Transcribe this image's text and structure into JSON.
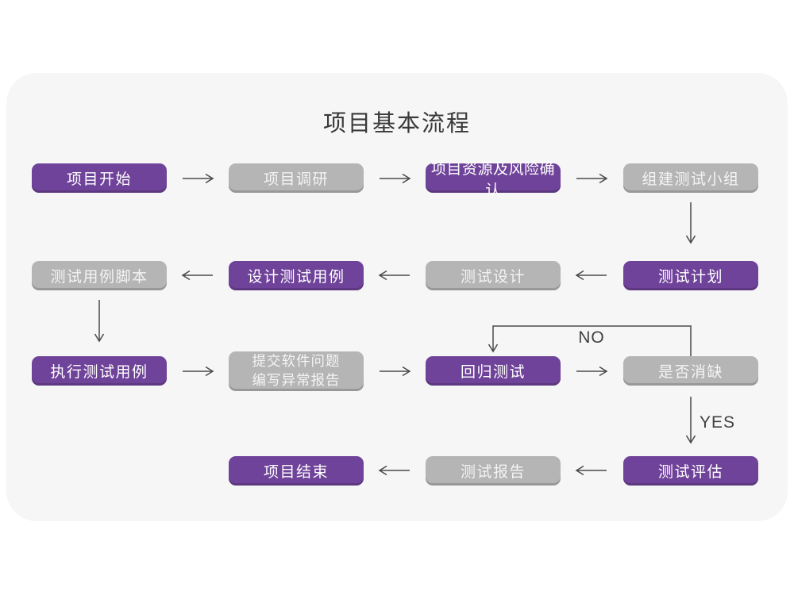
{
  "title": "项目基本流程",
  "labels": {
    "no": "NO",
    "yes": "YES"
  },
  "colors": {
    "node_purple": "#6F4399",
    "node_gray": "#B5B5B5",
    "node_text": "#FFFFFF",
    "card_background": "#F6F6F6",
    "page_background": "#FFFFFF",
    "arrow": "#4A4A4A",
    "title_text": "#3A3A3A"
  },
  "nodes": [
    {
      "id": "project-start",
      "label": "项目开始",
      "variant": "purple"
    },
    {
      "id": "project-research",
      "label": "项目调研",
      "variant": "gray"
    },
    {
      "id": "risk-confirm",
      "label": "项目资源及风险确认",
      "variant": "purple"
    },
    {
      "id": "build-test-team",
      "label": "组建测试小组",
      "variant": "gray"
    },
    {
      "id": "test-plan",
      "label": "测试计划",
      "variant": "purple"
    },
    {
      "id": "test-design",
      "label": "测试设计",
      "variant": "gray"
    },
    {
      "id": "design-test-case",
      "label": "设计测试用例",
      "variant": "purple"
    },
    {
      "id": "test-case-script",
      "label": "测试用例脚本",
      "variant": "gray"
    },
    {
      "id": "execute-test-case",
      "label": "执行测试用例",
      "variant": "purple"
    },
    {
      "id": "submit-issue",
      "label": "提交软件问题",
      "label2": "编写异常报告",
      "variant": "gray"
    },
    {
      "id": "regression-test",
      "label": "回归测试",
      "variant": "purple"
    },
    {
      "id": "defect-cleared",
      "label": "是否消缺",
      "variant": "gray"
    },
    {
      "id": "test-evaluate",
      "label": "测试评估",
      "variant": "purple"
    },
    {
      "id": "test-report",
      "label": "测试报告",
      "variant": "gray"
    },
    {
      "id": "project-end",
      "label": "项目结束",
      "variant": "purple"
    }
  ],
  "edges": [
    {
      "from": "project-start",
      "to": "project-research",
      "label": ""
    },
    {
      "from": "project-research",
      "to": "risk-confirm",
      "label": ""
    },
    {
      "from": "risk-confirm",
      "to": "build-test-team",
      "label": ""
    },
    {
      "from": "build-test-team",
      "to": "test-plan",
      "label": ""
    },
    {
      "from": "test-plan",
      "to": "test-design",
      "label": ""
    },
    {
      "from": "test-design",
      "to": "design-test-case",
      "label": ""
    },
    {
      "from": "design-test-case",
      "to": "test-case-script",
      "label": ""
    },
    {
      "from": "test-case-script",
      "to": "execute-test-case",
      "label": ""
    },
    {
      "from": "execute-test-case",
      "to": "submit-issue",
      "label": ""
    },
    {
      "from": "submit-issue",
      "to": "regression-test",
      "label": ""
    },
    {
      "from": "regression-test",
      "to": "defect-cleared",
      "label": ""
    },
    {
      "from": "defect-cleared",
      "to": "regression-test",
      "label": "NO"
    },
    {
      "from": "defect-cleared",
      "to": "test-evaluate",
      "label": "YES"
    },
    {
      "from": "test-evaluate",
      "to": "test-report",
      "label": ""
    },
    {
      "from": "test-report",
      "to": "project-end",
      "label": ""
    }
  ]
}
